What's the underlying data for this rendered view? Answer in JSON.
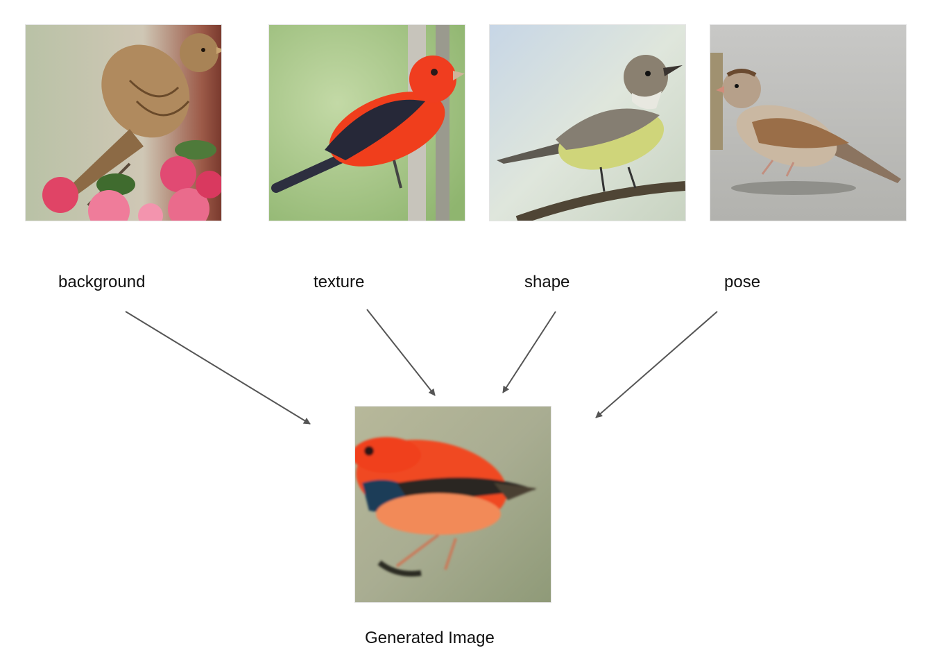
{
  "inputs": [
    {
      "label": "background",
      "subject": "song-sparrow-on-pink-blossoms"
    },
    {
      "label": "texture",
      "subject": "scarlet-tanager-on-branch"
    },
    {
      "label": "shape",
      "subject": "flycatcher-on-branch"
    },
    {
      "label": "pose",
      "subject": "sparrow-on-gravel"
    }
  ],
  "output": {
    "label": "Generated Image",
    "subject": "generated-red-bird"
  },
  "colors": {
    "arrow": "#555555",
    "label": "#111111",
    "background": "#ffffff"
  }
}
